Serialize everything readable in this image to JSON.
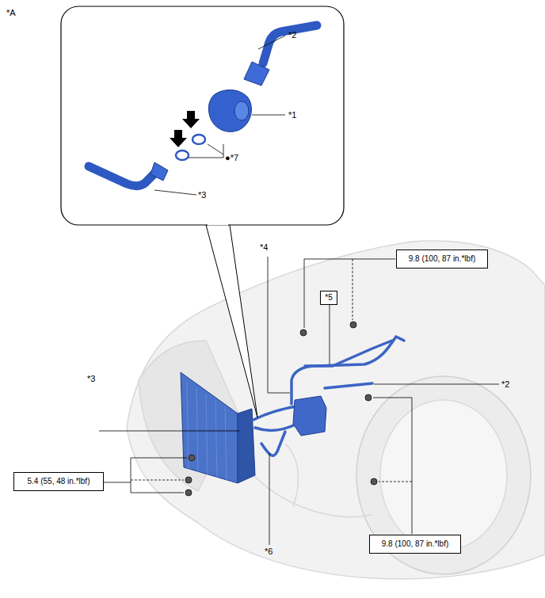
{
  "diagram": {
    "nodes": [
      {
        "text": [
          "9.8 (100, 87 in.*lbf)"
        ]
      },
      {
        "text": [
          "*5"
        ]
      },
      {
        "text": [
          "5.4 (55, 48 in.*lbf)"
        ]
      },
      {
        "text": [
          "9.8 (100, 87 in.*lbf)"
        ]
      }
    ],
    "labels": [
      "*A",
      "*2",
      "*1",
      "●*7",
      "*3",
      "*4",
      "*3",
      "*2",
      "*6"
    ]
  }
}
